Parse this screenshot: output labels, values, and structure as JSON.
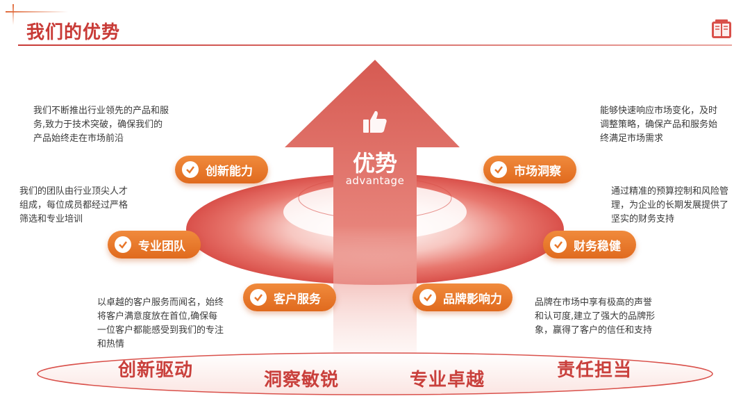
{
  "header": {
    "title": "我们的优势",
    "icon": "book-icon"
  },
  "center": {
    "title": "优势",
    "subtitle": "advantage",
    "icon": "thumbs-up-icon"
  },
  "advantages": [
    {
      "label": "创新能力",
      "description": "我们不断推出行业领先的产品和服务,致力于技术突破，确保我们的产品始终走在市场前沿"
    },
    {
      "label": "专业团队",
      "description": "我们的团队由行业顶尖人才组成，每位成员都经过严格筛选和专业培训"
    },
    {
      "label": "客户服务",
      "description": "以卓越的客户服务而闻名，始终将客户满意度放在首位,确保每一位客户都能感受到我们的专注和热情"
    },
    {
      "label": "市场洞察",
      "description": "能够快速响应市场变化，及时调整策略，确保产品和服务始终满足市场需求"
    },
    {
      "label": "财务稳健",
      "description": "通过精准的预算控制和风险管理，为企业的长期发展提供了坚实的财务支持"
    },
    {
      "label": "品牌影响力",
      "description": "品牌在市场中享有极高的声誉和认可度,建立了强大的品牌形象，赢得了客户的信任和支持"
    }
  ],
  "bottom_words": [
    "创新驱动",
    "洞察敏锐",
    "专业卓越",
    "责任担当"
  ],
  "colors": {
    "accent_red": "#c83a36",
    "pill_orange": "#e8762a",
    "arrow_red": "#d9504a"
  }
}
